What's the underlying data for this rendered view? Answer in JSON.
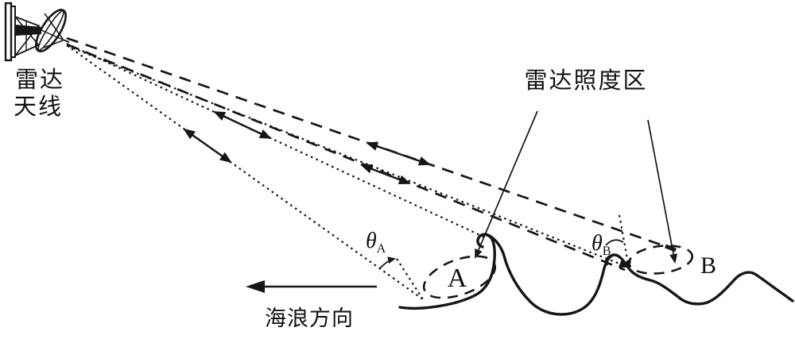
{
  "figure": {
    "background": "#ffffff",
    "ink": "#161616",
    "labels": {
      "antenna_line1": "雷达",
      "antenna_line2": "天线",
      "illumination_zone": "雷达照度区",
      "wave_direction": "海浪方向",
      "region_a": "A",
      "region_b": "B",
      "theta": "θ",
      "theta_a_sub": "A",
      "theta_b_sub": "B"
    }
  }
}
